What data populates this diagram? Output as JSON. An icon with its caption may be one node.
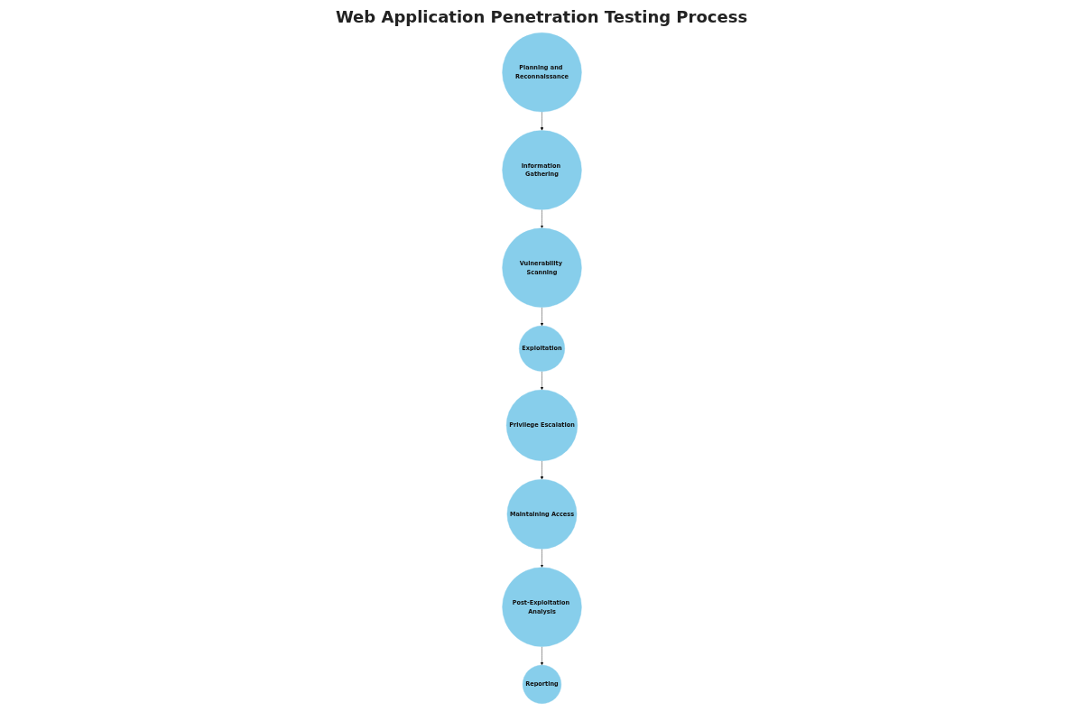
{
  "diagram": {
    "title": "Web Application Penetration Testing Process",
    "nodes": [
      {
        "text": [
          "Planning and Reconnaissance"
        ]
      },
      {
        "text": [
          "Information Gathering"
        ]
      },
      {
        "text": [
          "Vulnerability Scanning"
        ]
      },
      {
        "text": [
          "Exploitation"
        ]
      },
      {
        "text": [
          "Privilege Escalation"
        ]
      },
      {
        "text": [
          "Maintaining Access"
        ]
      },
      {
        "text": [
          "Post-Exploitation Analysis"
        ]
      },
      {
        "text": [
          "Reporting"
        ]
      }
    ],
    "edges": [
      {
        "from": 0,
        "to": 1,
        "arrow": "to"
      },
      {
        "from": 1,
        "to": 2,
        "arrow": "to"
      },
      {
        "from": 2,
        "to": 3,
        "arrow": "to"
      },
      {
        "from": 3,
        "to": 4,
        "arrow": "to"
      },
      {
        "from": 4,
        "to": 5,
        "arrow": "to"
      },
      {
        "from": 5,
        "to": 6,
        "arrow": "to"
      },
      {
        "from": 6,
        "to": 7,
        "arrow": "to"
      }
    ]
  }
}
